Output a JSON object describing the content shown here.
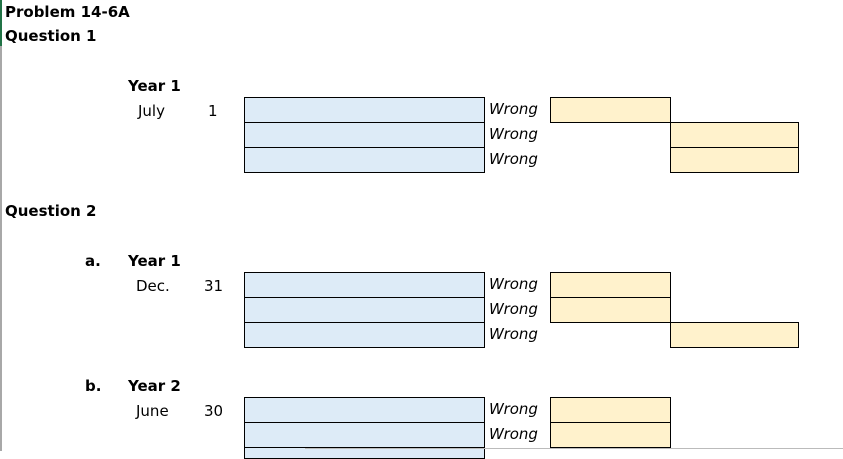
{
  "title": "Problem 14-6A",
  "question1": {
    "label": "Question 1",
    "year": "Year 1",
    "month": "July",
    "day": "1",
    "rows": [
      {
        "status": "Wrong",
        "side": "debit"
      },
      {
        "status": "Wrong",
        "side": "credit"
      },
      {
        "status": "Wrong",
        "side": "credit"
      }
    ]
  },
  "question2": {
    "label": "Question 2",
    "parts": [
      {
        "letter": "a.",
        "year": "Year 1",
        "month": "Dec.",
        "day": "31",
        "rows": [
          {
            "status": "Wrong",
            "side": "debit"
          },
          {
            "status": "Wrong",
            "side": "debit"
          },
          {
            "status": "Wrong",
            "side": "credit"
          }
        ]
      },
      {
        "letter": "b.",
        "year": "Year 2",
        "month": "June",
        "day": "30",
        "rows": [
          {
            "status": "Wrong",
            "side": "debit"
          },
          {
            "status": "Wrong",
            "side": "debit"
          }
        ]
      }
    ]
  },
  "colors": {
    "account_fill": "#ddebf7",
    "amount_fill": "#fff2cc"
  }
}
